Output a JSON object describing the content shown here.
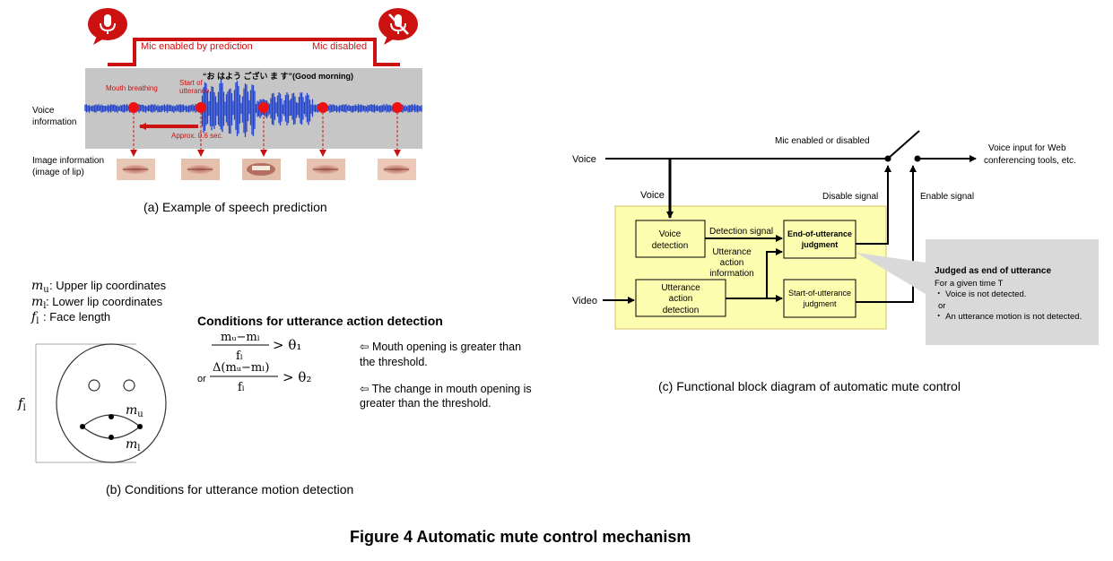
{
  "figure_title": "Figure 4  Automatic mute control mechanism",
  "panel_a": {
    "caption": "(a) Example of speech prediction",
    "mic_enabled_label": "Mic enabled by prediction",
    "mic_disabled_label": "Mic disabled",
    "utterance_label": "“お はよう  ござい  ま   す”(Good morning)",
    "mouth_breathing_label": "Mouth breathing",
    "start_label_line1": "Start of",
    "start_label_line2": "utterance",
    "approx_label": "Approx. 0.6 sec.",
    "voice_info_line1": "Voice",
    "voice_info_line2": "information",
    "image_info_line1": "Image information",
    "image_info_line2": "(image of lip)",
    "colors": {
      "accent_red": "#cc1111",
      "wave_blue": "#2244cc",
      "wave_bg": "#c6c6c6",
      "lip": "#c98a7a"
    },
    "icons": [
      "mic-icon",
      "mic-off-icon"
    ]
  },
  "panel_b": {
    "caption": "(b) Conditions for utterance motion detection",
    "legend_mu": ": Upper lip coordinates",
    "legend_ml": ": Lower lip coordinates",
    "legend_fl": ": Face length",
    "conditions_title": "Conditions for utterance action detection",
    "or_label": "or",
    "cond1_numerator": "mᵤ−mₗ",
    "cond1_denominator": "fₗ",
    "cond1_rhs": "> θ₁",
    "cond2_numerator": "Δ(mᵤ−mₗ)",
    "cond2_denominator": "fₗ",
    "cond2_rhs": "> θ₂",
    "note1_line1": "⇦ Mouth opening is greater than",
    "note1_line2": "the threshold.",
    "note2_line1": "⇦ The change in mouth opening is",
    "note2_line2": "greater than the threshold."
  },
  "panel_c": {
    "caption": "(c) Functional block diagram of automatic mute control",
    "voice_label": "Voice",
    "voice_label_2": "Voice",
    "video_label": "Video",
    "mic_switch_label": "Mic enabled or disabled",
    "output_line1": "Voice input for Web",
    "output_line2": "conferencing tools, etc.",
    "disable_signal": "Disable signal",
    "enable_signal": "Enable signal",
    "voice_detection_line1": "Voice",
    "voice_detection_line2": "detection",
    "detection_signal": "Detection signal",
    "uai_line1": "Utterance",
    "uai_line2": "action",
    "uai_line3": "information",
    "uad_line1": "Utterance",
    "uad_line2": "action",
    "uad_line3": "detection",
    "eou_line1": "End-of-utterance",
    "eou_line2": "judgment",
    "sou_line1": "Start-of-utterance",
    "sou_line2": "judgment",
    "callout_title": "Judged as end of utterance",
    "callout_line1": "For a given time T",
    "callout_line2": "・ Voice is not detected.",
    "callout_line3": "or",
    "callout_line4": "・ An utterance motion is not detected.",
    "colors": {
      "block_fill": "#fdfdb0",
      "callout_fill": "#d9d9d9"
    }
  }
}
